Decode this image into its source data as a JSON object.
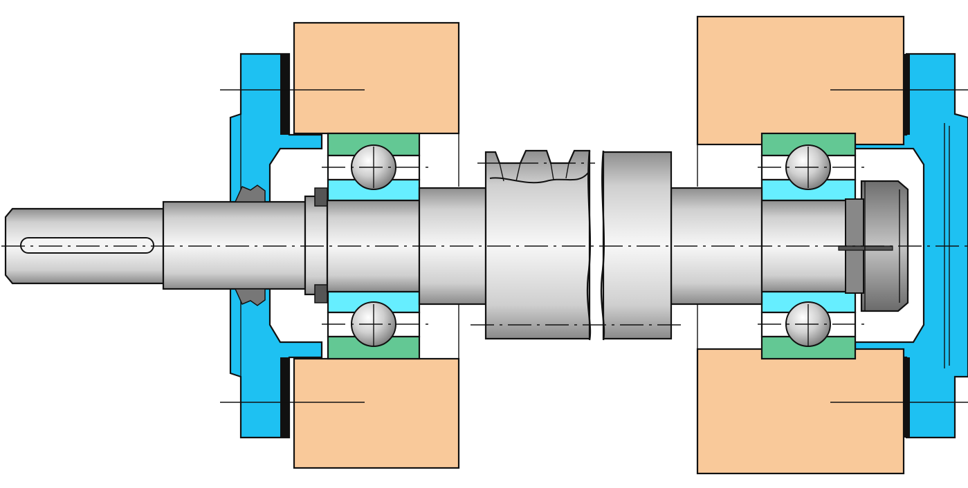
{
  "diagram": {
    "kind": "shaft-bearing-assembly-section",
    "colors": {
      "housing_wood": "#F9C99A",
      "cover_blue": "#1EC1F2",
      "bearing_outer": "#63C894",
      "bearing_inner": "#66EEFF",
      "shaft_steel": "#D6D6D6",
      "nut_dark": "#9A9A9A",
      "outline": "#111111",
      "background": "#FFFFFF"
    },
    "parts": [
      {
        "id": "left-end-cover",
        "color_key": "cover_blue"
      },
      {
        "id": "right-end-cover",
        "color_key": "cover_blue"
      },
      {
        "id": "left-housing-top",
        "color_key": "housing_wood"
      },
      {
        "id": "left-housing-bottom",
        "color_key": "housing_wood"
      },
      {
        "id": "right-housing-top",
        "color_key": "housing_wood"
      },
      {
        "id": "right-housing-bottom",
        "color_key": "housing_wood"
      },
      {
        "id": "left-ball-bearing",
        "color_key": "bearing_outer"
      },
      {
        "id": "right-ball-bearing",
        "color_key": "bearing_outer"
      },
      {
        "id": "shaft",
        "color_key": "shaft_steel"
      },
      {
        "id": "gear",
        "color_key": "shaft_steel"
      },
      {
        "id": "lock-nut",
        "color_key": "nut_dark"
      }
    ]
  }
}
